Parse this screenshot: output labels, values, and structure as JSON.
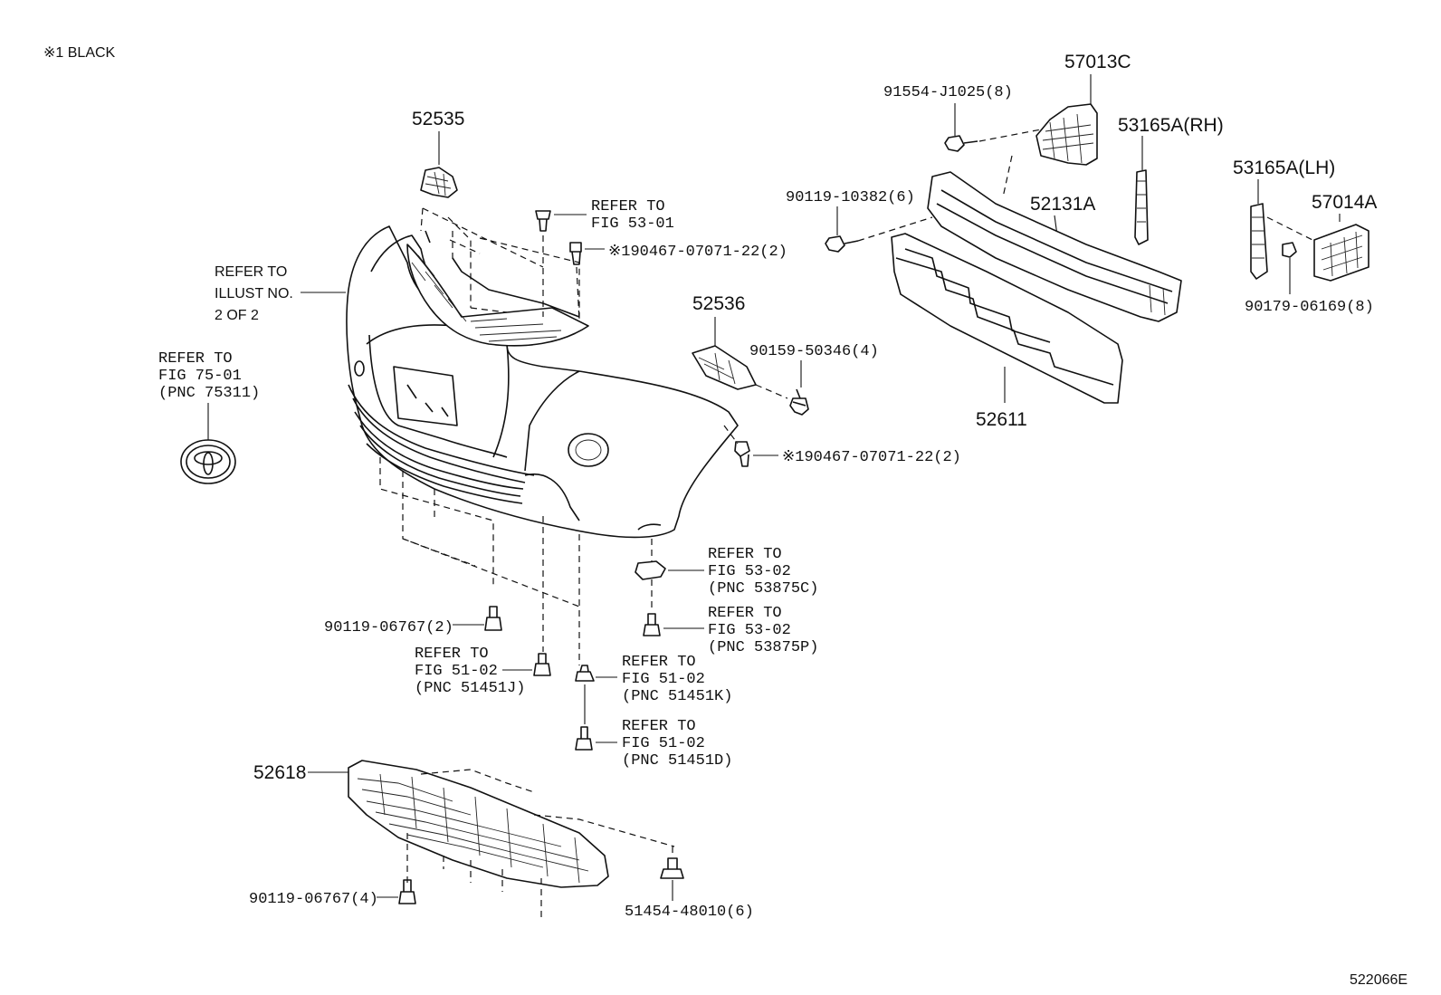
{
  "note": "※1 BLACK",
  "code": "522066E",
  "callouts": {
    "p57013C": "57013C",
    "p91554": "91554-J1025(8)",
    "p53165A_rh": "53165A(RH)",
    "p52535": "52535",
    "p53165A_lh": "53165A(LH)",
    "p57014A": "57014A",
    "p90119_10382": "90119-10382(6)",
    "p52131A": "52131A",
    "p90179": "90179-06169(8)",
    "p52536": "52536",
    "p90159": "90159-50346(4)",
    "p52611": "52611",
    "p90467_top": "※190467-07071-22(2)",
    "p90467_mid": "※190467-07071-22(2)",
    "p90119_06767_2": "90119-06767(2)",
    "p52618": "52618",
    "p90119_06767_4": "90119-06767(4)",
    "p51454": "51454-48010(6)"
  },
  "refs": {
    "fig5301": [
      "REFER TO",
      "FIG 53-01"
    ],
    "illust": [
      "REFER TO",
      "ILLUST NO.",
      "2 OF 2"
    ],
    "fig7501": [
      "REFER TO",
      "FIG 75-01",
      "(PNC 75311)"
    ],
    "fig5302c": [
      "REFER TO",
      "FIG 53-02",
      "(PNC 53875C)"
    ],
    "fig5302p": [
      "REFER TO",
      "FIG 53-02",
      "(PNC 53875P)"
    ],
    "fig5102j": [
      "REFER TO",
      "FIG 51-02",
      "(PNC 51451J)"
    ],
    "fig5102k": [
      "REFER TO",
      "FIG 51-02",
      "(PNC 51451K)"
    ],
    "fig5102d": [
      "REFER TO",
      "FIG 51-02",
      "(PNC 51451D)"
    ]
  }
}
